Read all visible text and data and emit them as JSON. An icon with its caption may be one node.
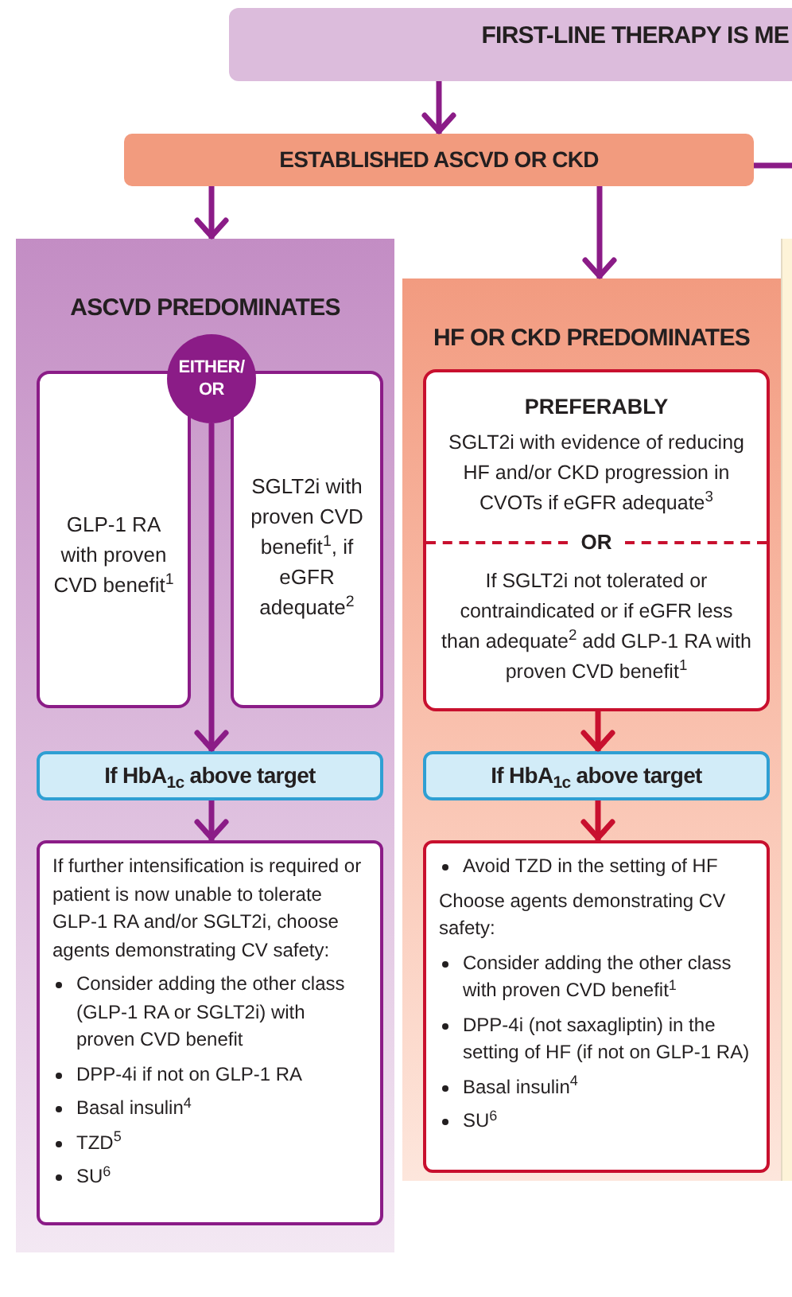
{
  "diagram": {
    "nodes": [
      {
        "text": [
          "FIRST-LINE THERAPY IS ME"
        ]
      },
      {
        "text": [
          "ESTABLISHED ASCVD OR CKD"
        ]
      },
      {
        "text": [
          "ASCVD PREDOMINATES"
        ]
      },
      {
        "text": [
          "GLP-1 RA with proven CVD benefit$^{1}$"
        ],
        "in": 2
      },
      {
        "text": [
          "EITHER/ OR"
        ],
        "in": 2
      },
      {
        "text": [
          "SGLT2i with proven CVD benefit$^{1}$, if eGFR adequate$^{2}$"
        ],
        "in": 2
      },
      {
        "text": [
          "If HbA$_{1c}$ above target"
        ],
        "in": 2
      },
      {
        "text": [
          "If further intensification is required or patient is now unable to tolerate GLP-1 RA and/or SGLT2i, choose agents demonstrating CV safety:",
          "Consider adding the other class (GLP-1 RA or SGLT2i) with proven CVD benefit",
          "DPP-4i if not on GLP-1 RA",
          "Basal insulin$^{4}$",
          "TZD$^{5}$",
          "SU$^{6}$"
        ],
        "in": 2
      },
      {
        "text": [
          "HF OR CKD PREDOMINATES"
        ]
      },
      {
        "text": [
          "PREFERABLY",
          "SGLT2i with evidence of reducing HF and/or CKD progression in CVOTs if eGFR adequate$^{3}$",
          "OR",
          "If SGLT2i not tolerated or contraindicated or if eGFR less than adequate$^{2}$ add GLP-1 RA with proven CVD benefit$^{1}$"
        ],
        "in": 8
      },
      {
        "text": [
          "If HbA$_{1c}$ above target"
        ],
        "in": 8
      },
      {
        "text": [
          "Avoid TZD in the setting of HF",
          "Choose agents demonstrating CV safety:",
          "Consider adding the other class with proven CVD benefit$^{1}$",
          "DPP-4i (not saxagliptin) in the setting of HF (if not on GLP-1 RA)",
          "Basal insulin$^{4}$",
          "SU$^{6}$"
        ],
        "in": 8
      },
      {
        "text": [],
        "shape": "box"
      }
    ],
    "edges": [
      {
        "from": 0,
        "to": 1,
        "arrow": "to"
      },
      {
        "from": 1,
        "to": 2,
        "arrow": "to"
      },
      {
        "from": 1,
        "to": 8,
        "arrow": "to"
      },
      {
        "from": 1,
        "to": null,
        "arrow": "none"
      },
      {
        "from": 4,
        "to": 6,
        "arrow": "to"
      },
      {
        "from": 6,
        "to": 7,
        "arrow": "to"
      },
      {
        "from": 9,
        "to": 10,
        "arrow": "to",
        "color": "#c8102e"
      },
      {
        "from": 10,
        "to": 11,
        "arrow": "to",
        "color": "#c8102e"
      }
    ]
  }
}
